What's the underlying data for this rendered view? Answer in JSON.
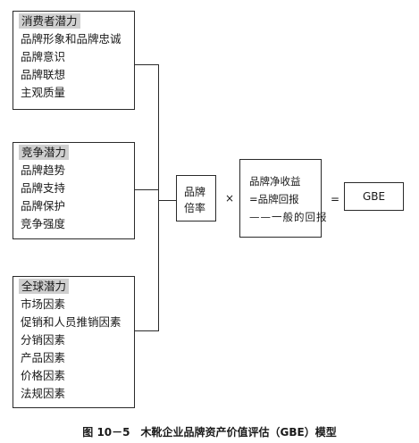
{
  "groups": [
    {
      "title": "消费者潜力",
      "items": [
        "品牌形象和品牌忠诚",
        "品牌意识",
        "品牌联想",
        "主观质量"
      ]
    },
    {
      "title": "竞争潜力",
      "items": [
        "品牌趋势",
        "品牌支持",
        "品牌保护",
        "竞争强度"
      ]
    },
    {
      "title": "全球潜力",
      "items": [
        "市场因素",
        "促销和人员推销因素",
        "分销因素",
        "产品因素",
        "价格因素",
        "法规因素"
      ]
    }
  ],
  "multiplier": {
    "line1": "品牌",
    "line2": "倍率"
  },
  "times_sign": "×",
  "formula": {
    "line1": "品牌净收益",
    "line2": "=品牌回报",
    "line3": "——一般的回报"
  },
  "equals_sign": "=",
  "result": "GBE",
  "caption": "图 10－5　木靴企业品牌资产价值评估（GBE）模型"
}
